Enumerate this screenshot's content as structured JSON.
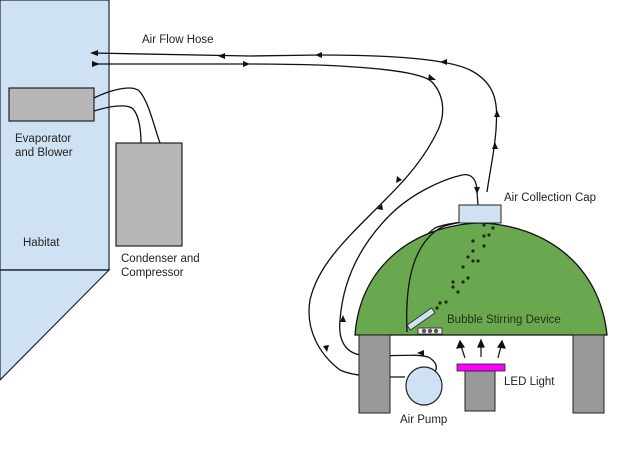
{
  "diagram": {
    "title": "",
    "labels": {
      "air_flow_hose": "Air Flow Hose",
      "evaporator_line1": "Evaporator",
      "evaporator_line2": "and Blower",
      "habitat": "Habitat",
      "condenser_line1": "Condenser and",
      "condenser_line2": "Compressor",
      "air_collection_cap": "Air Collection Cap",
      "bubble_stirring_device": "Bubble Stirring Device",
      "led_light": "LED Light",
      "air_pump": "Air Pump"
    },
    "colors": {
      "habitat_fill": "#cfe2f3",
      "habitat_stroke": "#1c2a3a",
      "unit_fill": "#b7b7b7",
      "dome_fill": "#6aa84f",
      "cap_fill": "#cfe2f3",
      "led_fill": "#ff00ff",
      "pump_fill": "#cfe2f3",
      "leg_fill": "#999999",
      "line": "#111111"
    }
  }
}
